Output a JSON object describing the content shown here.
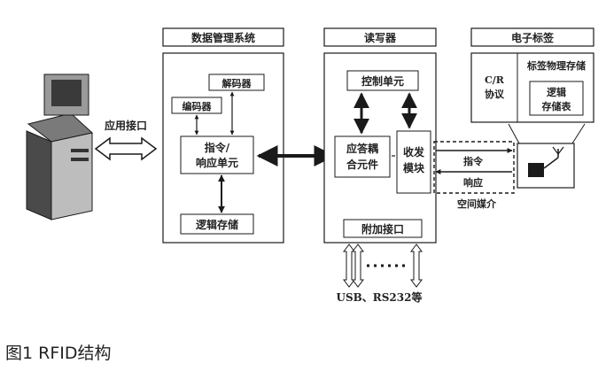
{
  "labels": {
    "data_system": "数据管理系统",
    "reader": "读写器",
    "tag": "电子标签",
    "app_interface": "应用接口",
    "encoder": "编码器",
    "decoder": "解码器",
    "cmd_unit_1": "指令/",
    "cmd_unit_2": "响应单元",
    "logic_storage": "逻辑存储",
    "control_unit": "控制单元",
    "coupling_1": "应答耦",
    "coupling_2": "合元件",
    "transceiver_1": "收发",
    "transceiver_2": "模块",
    "extra_interface": "附加接口",
    "ports": "USB、RS232等",
    "command": "指令",
    "response": "响应",
    "air_medium": "空间媒介",
    "cr_1": "C/R",
    "cr_2": "协议",
    "tag_physical": "标签物理存储",
    "tag_logic_1": "逻辑",
    "tag_logic_2": "存储表"
  },
  "caption": "图1 RFID结构",
  "colors": {
    "ink": "#1a1a1a",
    "arrow_fill": "#ffffff",
    "computer_dark": "#4a4a4a",
    "screen": "#3a3a3a"
  },
  "icons": [
    "computer-icon",
    "antenna-icon"
  ]
}
